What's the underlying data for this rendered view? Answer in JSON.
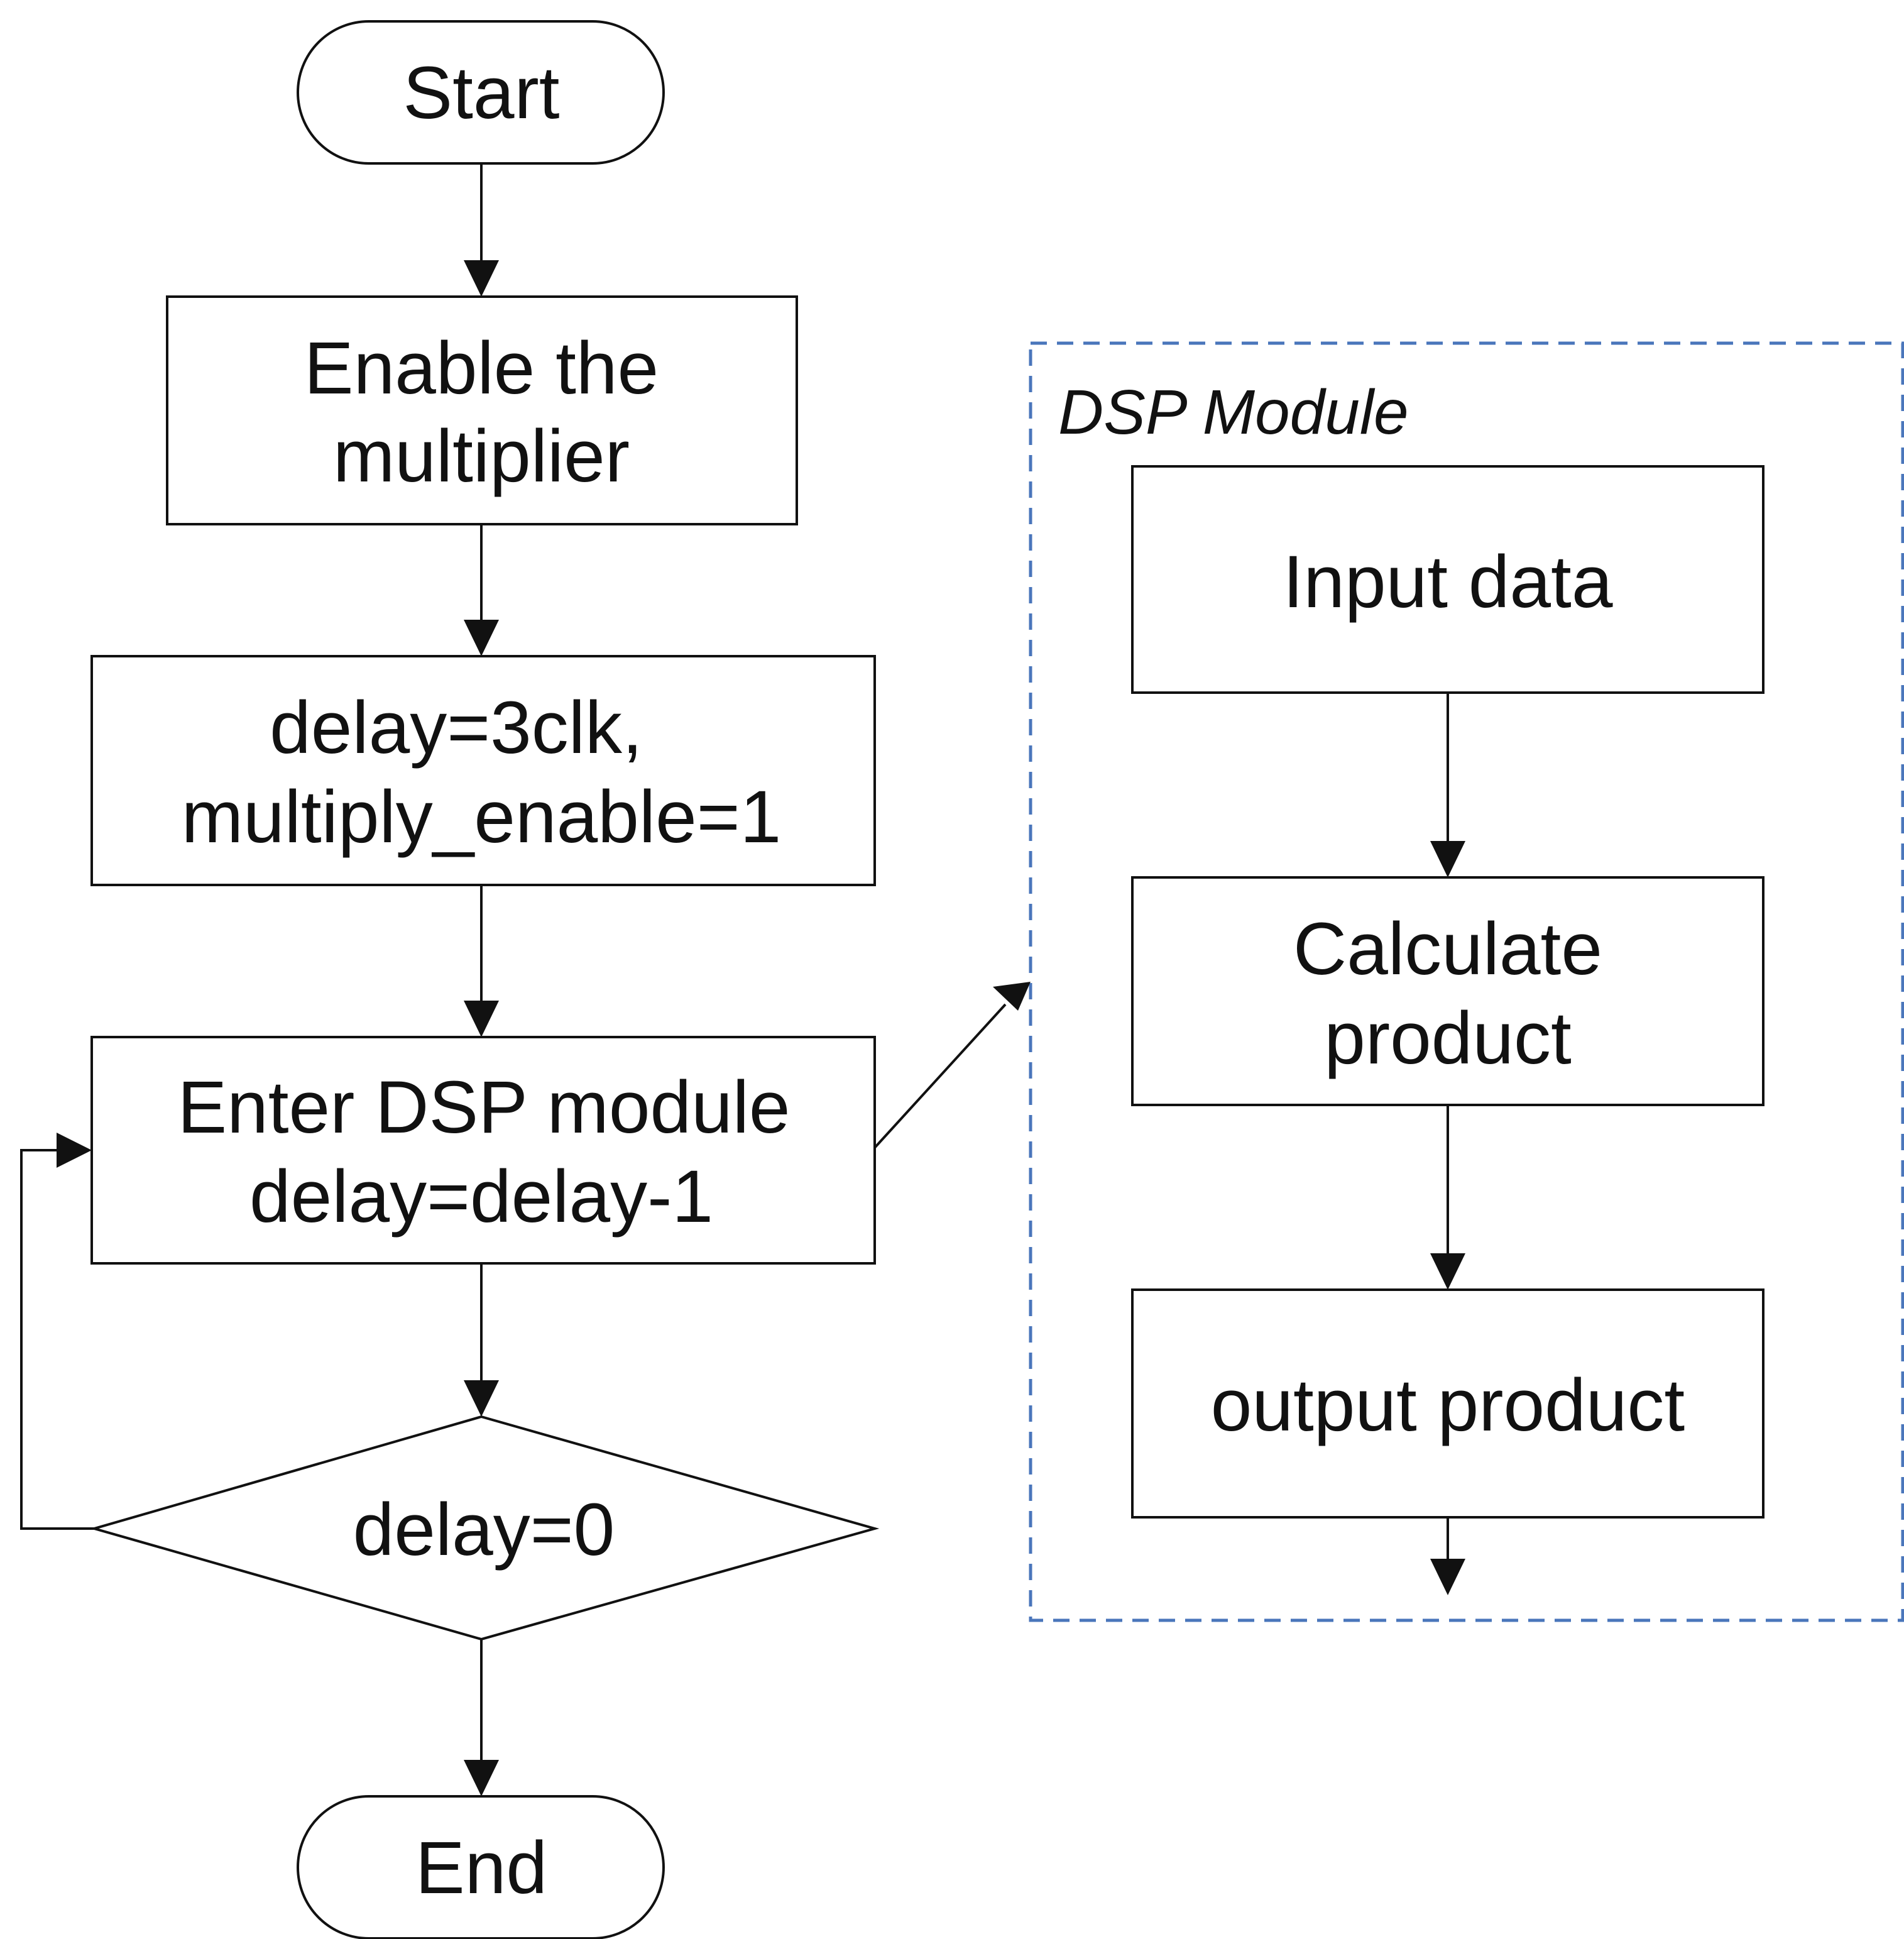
{
  "diagram": {
    "nodes": {
      "start": {
        "label": "Start"
      },
      "enable": {
        "lines": [
          "Enable the",
          "multiplier"
        ]
      },
      "init": {
        "lines": [
          "delay=3clk,",
          "multiply_enable=1"
        ]
      },
      "enter": {
        "lines": [
          "Enter DSP module",
          "delay=delay-1"
        ]
      },
      "decision": {
        "label": "delay=0"
      },
      "end": {
        "label": "End"
      }
    },
    "dsp_module": {
      "title": "DSP Module",
      "steps": {
        "input": {
          "label": "Input data"
        },
        "calculate": {
          "lines": [
            "Calculate",
            "product"
          ]
        },
        "output": {
          "label": "output product"
        }
      }
    },
    "colors": {
      "stroke": "#111111",
      "group_border": "#4a76bb"
    }
  }
}
